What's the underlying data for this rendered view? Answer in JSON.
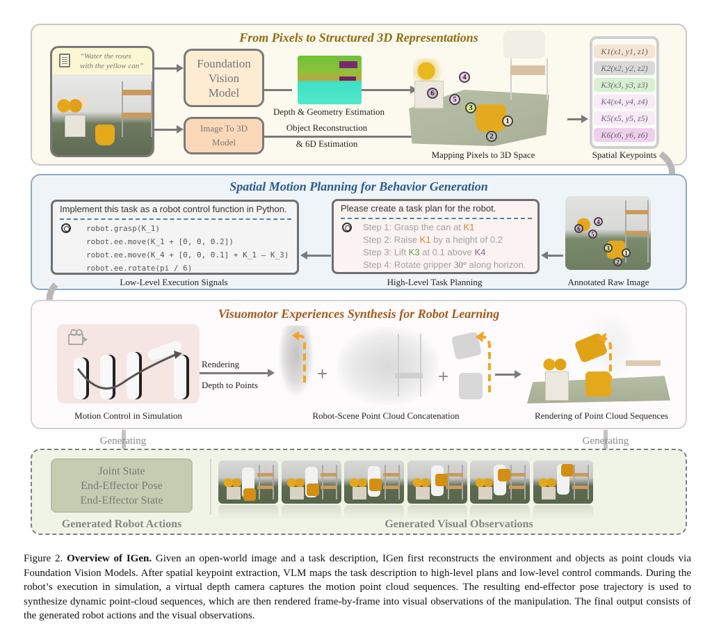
{
  "panel1": {
    "title": "From Pixels to Structured 3D Representations",
    "title_color": "#8b6d10",
    "instruction_line1": "“Water the roses",
    "instruction_line2": "with the yellow can”",
    "foundation_box": [
      "Foundation",
      "Vision",
      "Model"
    ],
    "img3d_box": [
      "Image To 3D",
      "Model"
    ],
    "depth_label": "Depth & Geometry Estimation",
    "recon_label_1": "Object Reconstruction",
    "recon_label_2": "& 6D Estimation",
    "mapping_caption": "Mapping Pixels to 3D Space",
    "keypoints_caption": "Spatial Keypoints",
    "keypoints": [
      {
        "label": "K1(x1, y1, z1)",
        "color": "#f5e3d3"
      },
      {
        "label": "K2(x2, y2, z2)",
        "color": "#d9d9d9"
      },
      {
        "label": "K3(x3, y3, z3)",
        "color": "#d8f0d2"
      },
      {
        "label": "K4(x4, y4, z4)",
        "color": "#f8eaf7"
      },
      {
        "label": "K5(x5, y5, z5)",
        "color": "#f8eaf7"
      },
      {
        "label": "K6(x6, y6, z6)",
        "color": "#efd0ec"
      }
    ],
    "markers": [
      "1",
      "2",
      "3",
      "4",
      "5",
      "6"
    ]
  },
  "panel2": {
    "title": "Spatial Motion Planning for Behavior Generation",
    "title_color": "#2c5a8c",
    "code_prompt": "Implement this task as a robot control function in Python.",
    "code_lines": [
      "robot.grasp(K_1)",
      "robot.ee.move(K_1 + [0, 0, 0.2])",
      "robot.ee.move(K_4 + [0, 0, 0.1] + K_1 – K_3)",
      "robot.ee.rotate(pi / 6)"
    ],
    "low_level_caption": "Low-Level Execution Signals",
    "plan_prompt": "Please create a task plan for the robot.",
    "steps": [
      {
        "pre": "Step 1: Grasp the can at ",
        "k": "K1",
        "post": ""
      },
      {
        "pre": "Step 2: Raise ",
        "k": "K1",
        "post": " by a height of 0.2"
      },
      {
        "pre": "Step 3: Lift ",
        "k": "K3",
        "post": " at 0.1 above "
      },
      {
        "pre": "Step 4: Rotate gripper ",
        "k": "30°",
        "post": " along horizon."
      }
    ],
    "step3_k2": "K4",
    "high_level_caption": "High-Level Task Planning",
    "annotated_caption": "Annotated Raw Image"
  },
  "panel3": {
    "title": "Visuomotor Experiences Synthesis for Robot Learning",
    "title_color": "#a4591a",
    "motion_caption": "Motion Control in Simulation",
    "arrow_label_1": "Rendering",
    "arrow_label_2": "Depth to Points",
    "plus": "+",
    "concat_caption": "Robot-Scene Point Cloud Concatenation",
    "render_caption": "Rendering of Point Cloud Sequences"
  },
  "panel4": {
    "generating_left": "Generating",
    "generating_right": "Generating",
    "actions": [
      "Joint State",
      "End-Effector Pose",
      "End-Effector State"
    ],
    "actions_caption": "Generated Robot Actions",
    "observations_caption": "Generated Visual Observations",
    "frame_count": 6
  },
  "caption": {
    "prefix": "Figure 2. ",
    "bold": "Overview of IGen.",
    "text": " Given an open-world image and a task description, IGen first reconstructs the environment and objects as point clouds via Foundation Vision Models. After spatial keypoint extraction, VLM maps the task description to high-level plans and low-level control commands. During the robot’s execution in simulation, a virtual depth camera captures the motion point cloud sequences. The resulting end-effector pose trajectory is used to synthesize dynamic point-cloud sequences, which are then rendered frame-by-frame into visual observations of the manipulation. The final output consists of the generated robot actions and the visual observations."
  }
}
